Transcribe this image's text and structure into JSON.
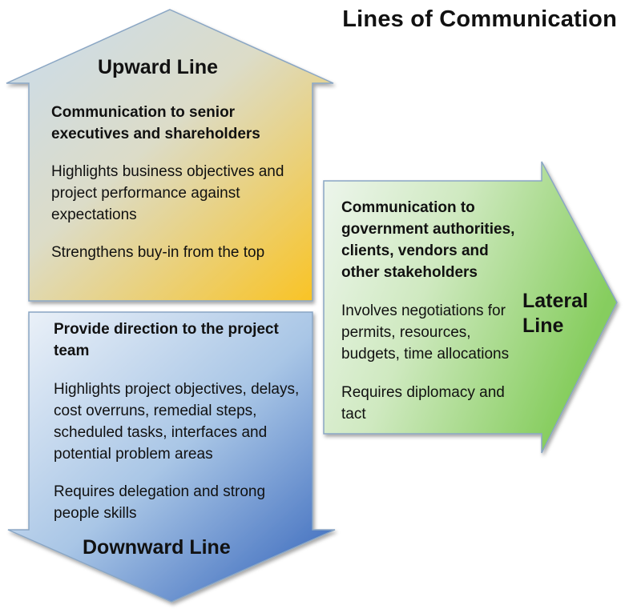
{
  "title": "Lines of Communication",
  "upward": {
    "label": "Upward Line",
    "heading": "Communication to senior executives and shareholders",
    "points": [
      "Highlights business objectives and project performance against expectations",
      "Strengthens buy-in from the top"
    ],
    "gradient_start": "#c9dcef",
    "gradient_end": "#fbc21b"
  },
  "downward": {
    "label": "Downward Line",
    "heading": "Provide direction to the project team",
    "points": [
      "Highlights project objectives, delays, cost overruns, remedial steps, scheduled tasks, interfaces and potential problem areas",
      "Requires delegation and strong people skills"
    ],
    "gradient_start": "#e6eef7",
    "gradient_end": "#2e5fb8"
  },
  "lateral": {
    "label_line1": "Lateral",
    "label_line2": "Line",
    "heading": "Communication to government authorities, clients, vendors and other stakeholders",
    "points": [
      "Involves negotiations for permits, resources, budgets, time allocations",
      "Requires diplomacy and tact"
    ],
    "gradient_start": "#eef6ee",
    "gradient_end": "#8fd06a"
  },
  "colors": {
    "arrow_outline": "#8aa6c4",
    "text": "#111111",
    "background": "#ffffff"
  }
}
